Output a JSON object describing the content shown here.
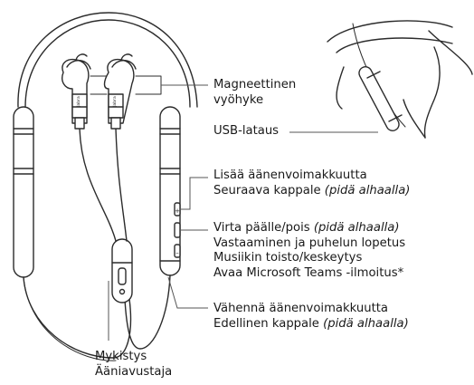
{
  "brand_mark": "Jabra",
  "labels": {
    "magnetic_zone": [
      "Magneettinen",
      "vyöhyke"
    ],
    "usb_charging": "USB-lataus",
    "volume_up": {
      "line1": "Lisää äänenvoimakkuutta",
      "line2_main": "Seuraava kappale ",
      "line2_hint": "(pidä alhaalla)"
    },
    "power": {
      "line1_main": "Virta päälle/pois ",
      "line1_hint": "(pidä alhaalla)",
      "line2": "Vastaaminen ja puhelun lopetus",
      "line3": "Musiikin toisto/keskeytys",
      "line4": "Avaa Microsoft Teams -ilmoitus*"
    },
    "volume_down": {
      "line1": "Vähennä äänenvoimakkuutta",
      "line2_main": "Edellinen kappale ",
      "line2_hint": "(pidä alhaalla)"
    },
    "mute": [
      "Mykistys",
      "Ääniavustaja"
    ]
  },
  "colors": {
    "ink": "#1a1a1a",
    "line": "#2b2b2b",
    "leader": "#555555",
    "fill": "#ffffff"
  }
}
